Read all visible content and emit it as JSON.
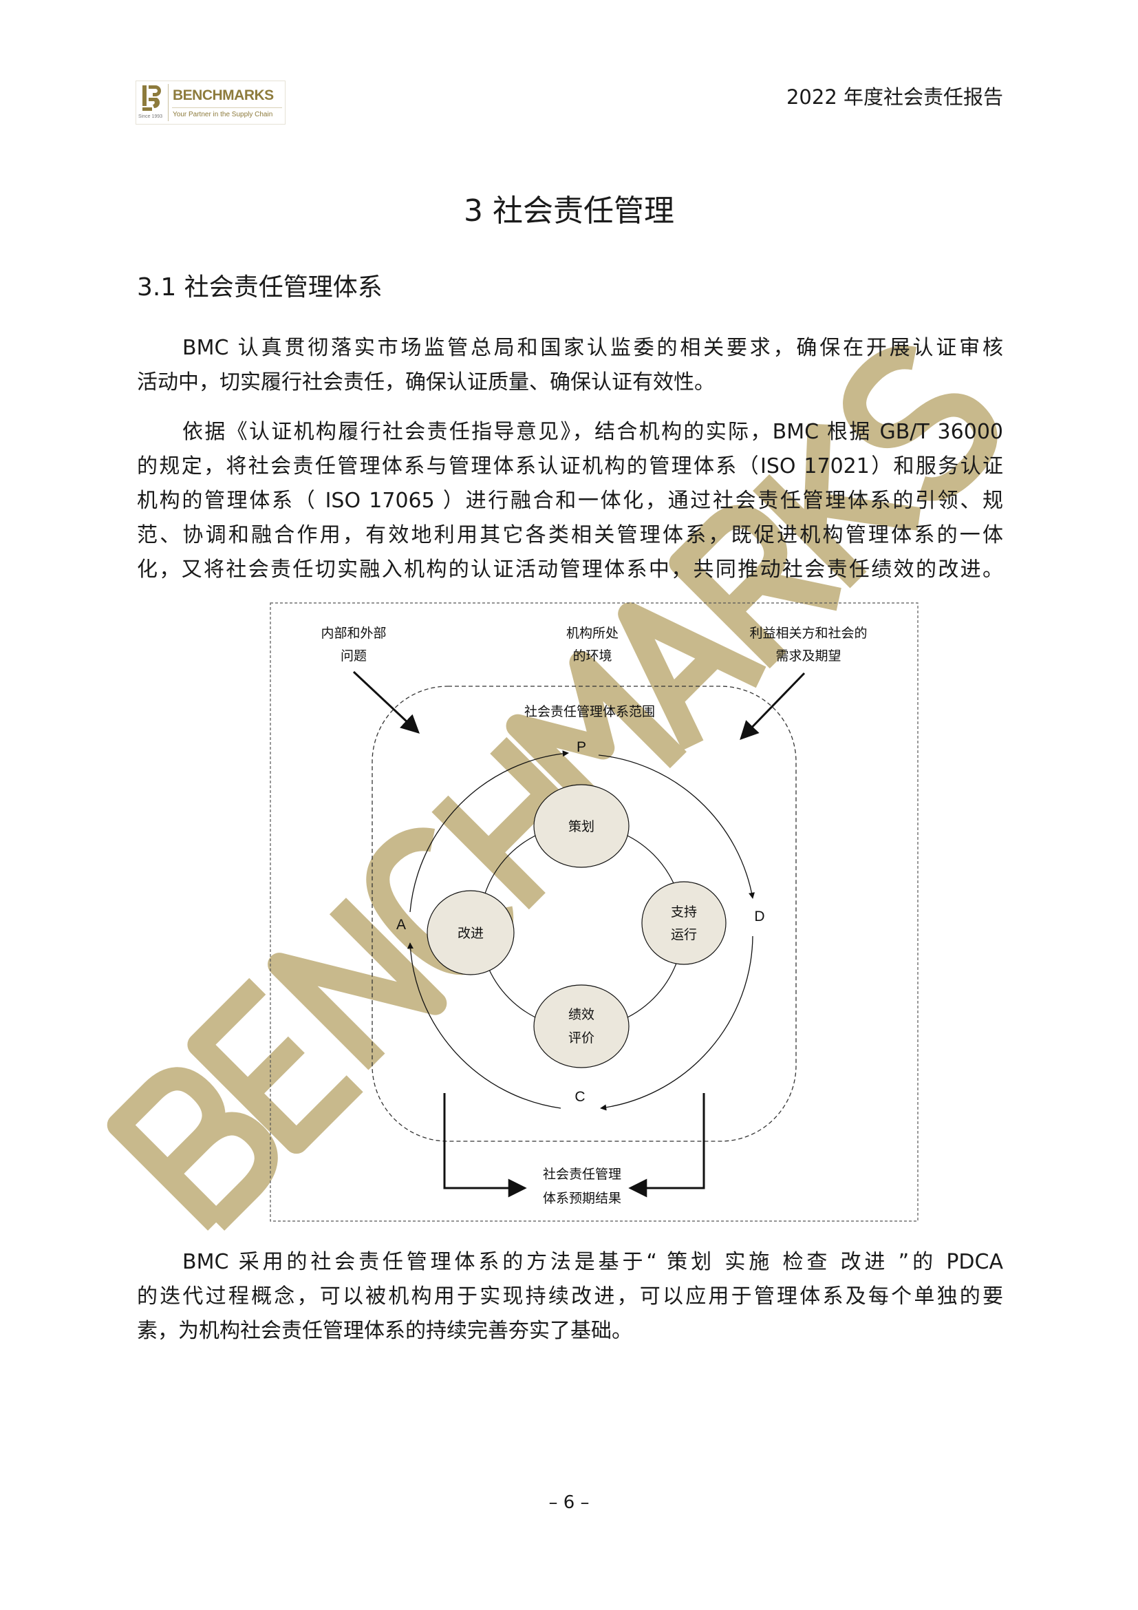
{
  "header": {
    "logo": {
      "name": "BENCHMARKS",
      "tagline": "Your Partner in the Supply Chain",
      "since": "Since 1993"
    },
    "report_title": "2022 年度社会责任报告"
  },
  "chapter_title": "3 社会责任管理",
  "section_title": "3.1 社会责任管理体系",
  "paragraphs": [
    {
      "lines": [
        "BMC 认真贯彻落实市场监管总局和国家认监委的相关要求，确保在开展认证审核",
        "活动中，切实履行社会责任，确保认证质量、确保认证有效性。"
      ]
    },
    {
      "lines": [
        "依据《认证机构履行社会责任指导意见》，结合机构的实际，BMC 根据 GB/T 36000",
        "的规定，将社会责任管理体系与管理体系认证机构的管理体系（ISO 17021）和服务认证",
        "机构的管理体系（ ISO 17065 ）进行融合和一体化，通过社会责任管理体系的引领、规",
        "范、协调和融合作用，有效地利用其它各类相关管理体系，既促进机构管理体系的一体",
        "化，又将社会责任切实融入机构的认证活动管理体系中，共同推动社会责任绩效的改进。"
      ]
    },
    {
      "lines": [
        "BMC 采用的社会责任管理体系的方法是基于“ 策划  实施  检查  改进 ”的 PDCA",
        "的迭代过程概念，可以被机构用于实现持续改进，可以应用于管理体系及每个单独的要",
        "素，为机构社会责任管理体系的持续完善夯实了基础。"
      ]
    }
  ],
  "diagram": {
    "inputs": {
      "issues": [
        "内部和外部",
        "问题"
      ],
      "context": [
        "机构所处",
        "的环境"
      ],
      "stakeholders": [
        "利益相关方和社会的",
        "需求及期望"
      ]
    },
    "scope_label": "社会责任管理体系范围",
    "cycle_letters": {
      "p": "P",
      "d": "D",
      "c": "C",
      "a": "A"
    },
    "nodes": {
      "plan": [
        "策划"
      ],
      "support": [
        "支持",
        "运行"
      ],
      "evaluate": [
        "绩效",
        "评价"
      ],
      "improve": [
        "改进"
      ]
    },
    "outcome": [
      "社会责任管理",
      "体系预期结果"
    ]
  },
  "watermark": "BENCHMARKS",
  "page_number": "– 6 –",
  "colors": {
    "watermark": "#c8b98c",
    "node_fill": "#ebe7dc",
    "brand": "#8d7b3c"
  }
}
